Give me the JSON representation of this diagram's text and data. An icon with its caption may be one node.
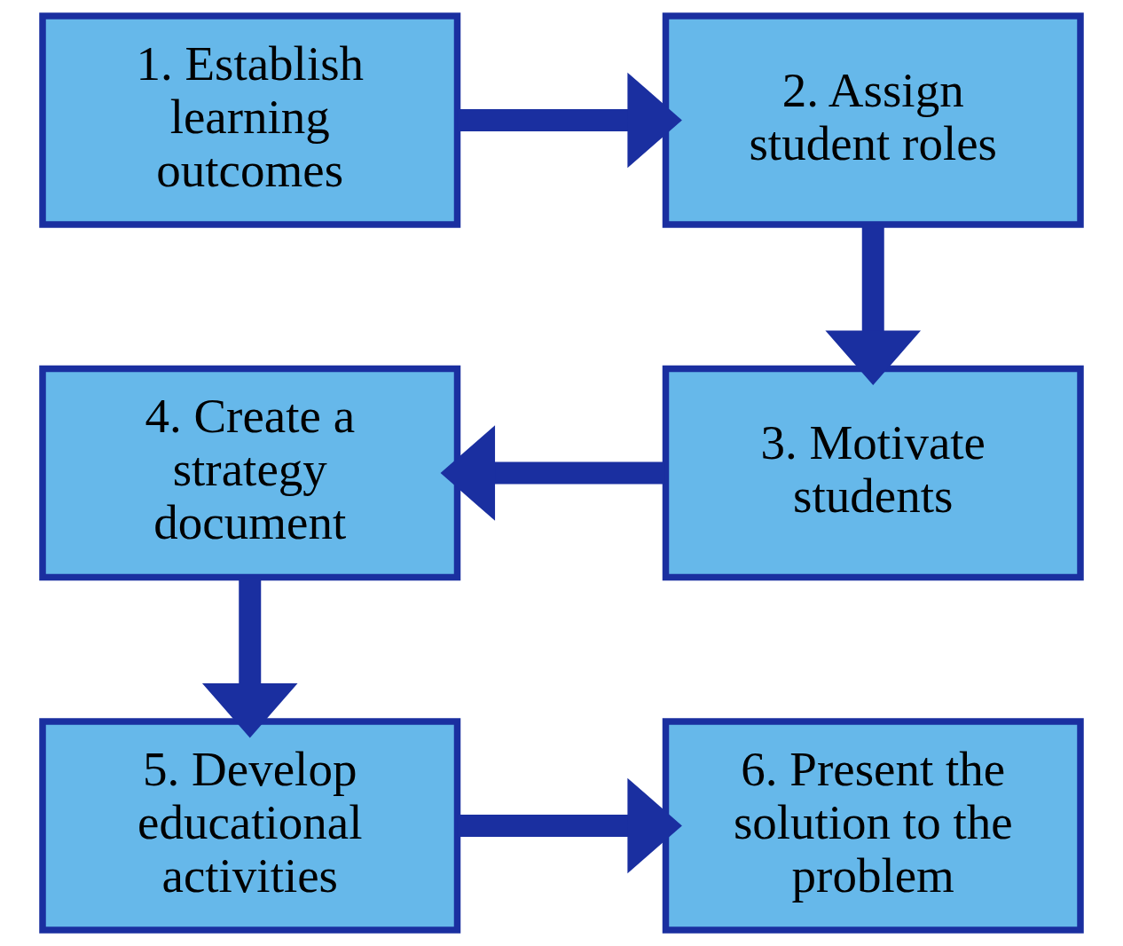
{
  "diagram": {
    "nodes": [
      {
        "text": [
          "1. Establish learning outcomes"
        ]
      },
      {
        "text": [
          "2. Assign student roles"
        ]
      },
      {
        "text": [
          "3. Motivate students"
        ]
      },
      {
        "text": [
          "4. Create a strategy document"
        ]
      },
      {
        "text": [
          "5. Develop educational activities"
        ]
      },
      {
        "text": [
          "6. Present the solution to the problem"
        ]
      }
    ],
    "edges": [
      {
        "from": 0,
        "to": 1,
        "arrow": "to"
      },
      {
        "from": 1,
        "to": 2,
        "arrow": "to"
      },
      {
        "from": 2,
        "to": 3,
        "arrow": "to"
      },
      {
        "from": 3,
        "to": 4,
        "arrow": "to"
      },
      {
        "from": 4,
        "to": 5,
        "arrow": "to"
      }
    ]
  }
}
